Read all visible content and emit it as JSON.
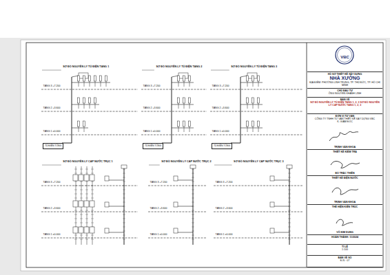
{
  "diagram": {
    "nodes": [
      {
        "text": [
          "VBC"
        ]
      },
      {
        "text": [
          "HỒ SƠ THIẾT KẾ XÂY DỰNG",
          "NHÀ XƯỞNG",
          "ĐỊA ĐIỂM: PHƯỜNG LINH TRUNG, TP. THỦ ĐỨC, TP. HỒ CHÍ MINH"
        ]
      },
      {
        "text": [
          "CHỦ ĐẦU TƯ",
          "ÔNG NGUYỄN KHÁNH LINH"
        ]
      },
      {
        "text": [
          "BẢN VẼ",
          "SƠ ĐỒ NGUYÊN LÝ TỦ ĐIỆN TẦNG 1, 2, 3 SƠ ĐỒ NGUYÊN LÝ CẤP NƯỚC TẦNG 1, 2, 3"
        ]
      },
      {
        "text": [
          "ĐƠN VỊ TƯ VẤN",
          "CÔNG TY TNHH TƯ VẤN THIẾT KẾ XÂY DỰNG VBC",
          "K. GIÁM ĐỐC",
          "TRỊNH VĂN KHOA"
        ]
      },
      {
        "text": [
          "THIẾT KẾ KIỂM TRA",
          "ĐỖ TRÁC THIÊN"
        ]
      },
      {
        "text": [
          "THIẾT KẾ ĐIỆN NƯỚC",
          "TRỊNH VĂN KHOA"
        ]
      },
      {
        "text": [
          "THỂ HIỆN KIẾN TRÚC",
          "VÕ KIM DUNG"
        ]
      },
      {
        "text": [
          "HOÀN THÀNH: 11/2024"
        ]
      },
      {
        "text": [
          "TỈ LỆ",
          "1:100"
        ]
      },
      {
        "text": [
          "BẢN VẼ SỐ",
          "Đ-N : 07"
        ]
      },
      {
        "text": [
          "TỦ ĐIỆN TỔNG"
        ]
      },
      {
        "text": [
          "TỦ ĐIỆN TỔNG"
        ]
      },
      {
        "text": [
          "TỦ ĐIỆN TỔNG"
        ]
      }
    ],
    "labels": [
      "SƠ ĐỒ NGUYÊN LÝ TỦ ĐIỆN TẦNG 1",
      "TẦNG 3 +7.200",
      "TẦNG 2 +3.600",
      "TẦNG 1 ±0.000",
      "SƠ ĐỒ NGUYÊN LÝ TỦ ĐIỆN TẦNG 2",
      "TẦNG 3 +7.200",
      "TẦNG 2 +3.600",
      "TẦNG 1 ±0.000",
      "SƠ ĐỒ NGUYÊN LÝ TỦ ĐIỆN TẦNG 3",
      "TẦNG 3 +7.200",
      "TẦNG 2 +3.600",
      "TẦNG 1 ±0.000",
      "SƠ ĐỒ NGUYÊN LÝ CẤP NƯỚC TRỤC 1",
      "TẦNG 3 +7.200",
      "TẦNG 2 +3.600",
      "TẦNG 1 ±0.000",
      "SƠ ĐỒ NGUYÊN LÝ CẤP NƯỚC TRỤC 2",
      "TẦNG 3 +7.200",
      "TẦNG 2 +3.600",
      "TẦNG 1 ±0.000",
      "SƠ ĐỒ NGUYÊN LÝ CẤP NƯỚC TRỤC 3",
      "TẦNG 3 +7.200",
      "TẦNG 2 +3.600",
      "TẦNG 1 ±0.000"
    ]
  }
}
